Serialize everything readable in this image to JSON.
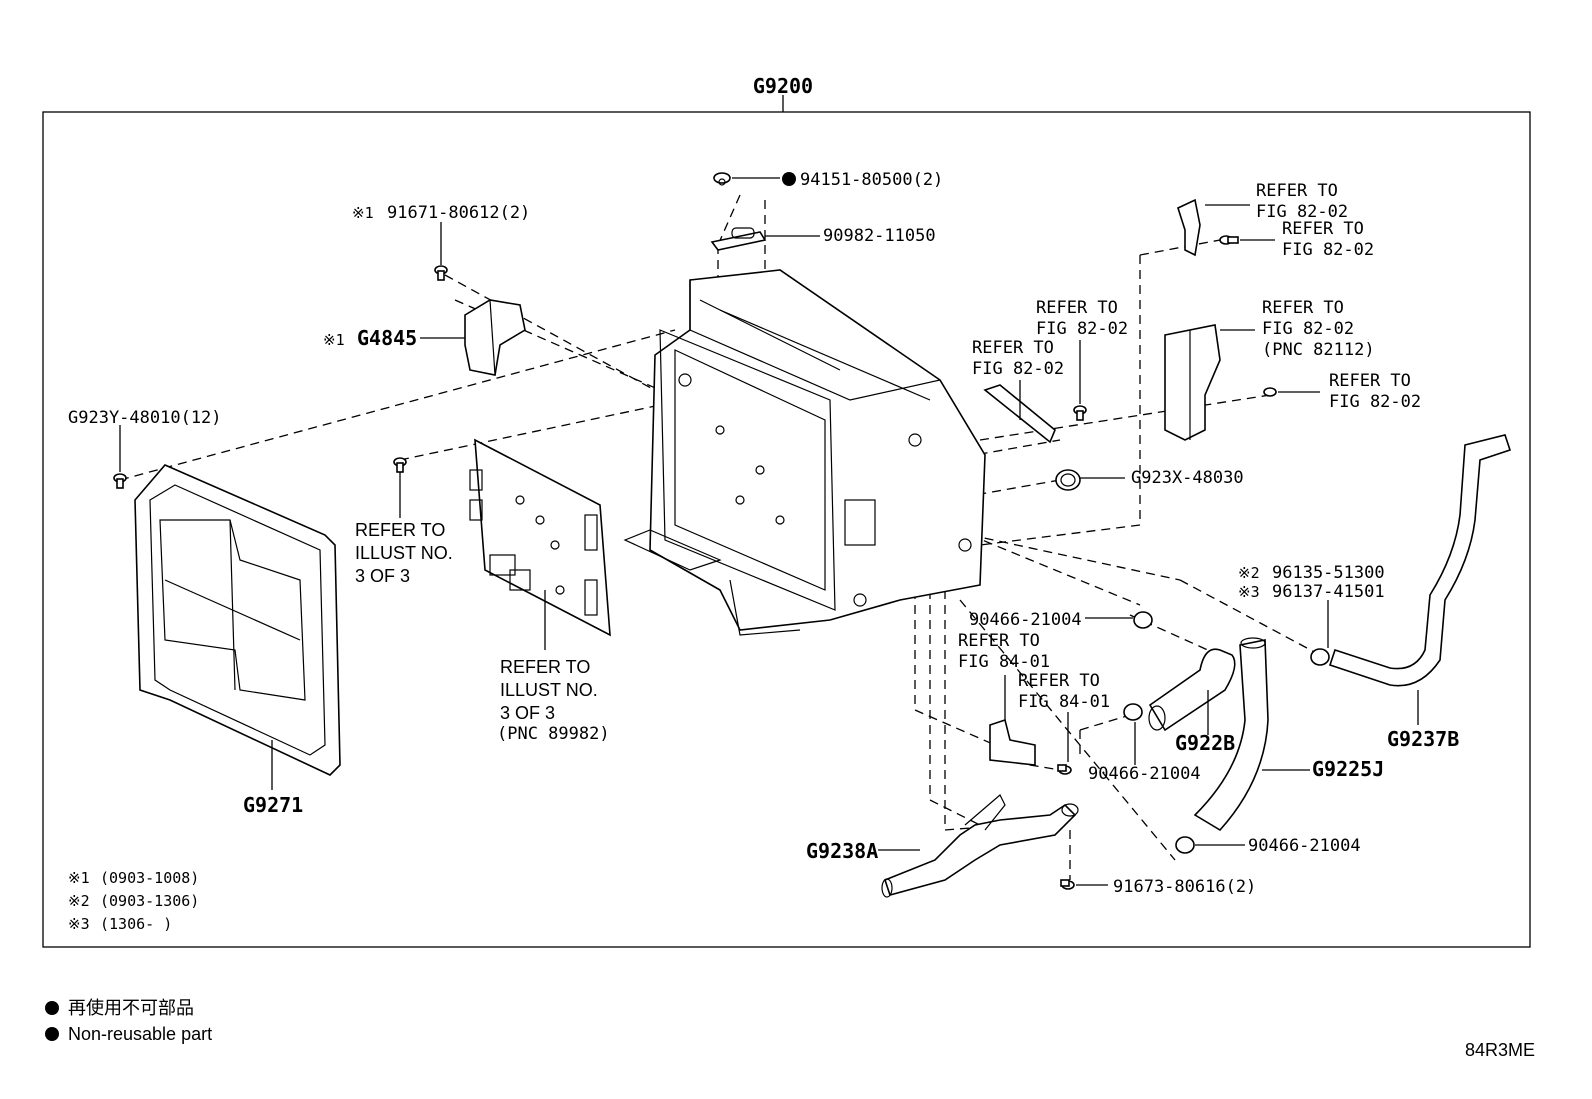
{
  "diagram": {
    "assembly_label": "G9200",
    "labels": {
      "p94151": "94151-80500(2)",
      "p90982": "90982-11050",
      "p91671_mark": "※1",
      "p91671": "91671-80612(2)",
      "g4845_mark": "※1",
      "g4845": "G4845",
      "g923y": "G923Y-48010(12)",
      "refer_illust_1a": "REFER TO",
      "refer_illust_1b": "ILLUST NO.",
      "refer_illust_1c": "3 OF 3",
      "refer_illust_2a": "REFER TO",
      "refer_illust_2b": "ILLUST NO.",
      "refer_illust_2c": "3 OF 3",
      "refer_illust_2d": "(PNC 89982)",
      "g9271": "G9271",
      "r1a": "REFER TO",
      "r1b": "FIG 82-02",
      "r2a": "REFER TO",
      "r2b": "FIG 82-02",
      "r3a": "REFER TO",
      "r3b": "FIG 82-02",
      "r4a": "REFER TO",
      "r4b": "FIG 82-02",
      "r5a": "REFER TO",
      "r5b": "FIG 82-02",
      "r5c": "(PNC 82112)",
      "r6a": "REFER TO",
      "r6b": "FIG 82-02",
      "g923x": "G923X-48030",
      "p96135_mark": "※2",
      "p96135": "96135-51300",
      "p96137_mark": "※3",
      "p96137": "96137-41501",
      "p90466_a": "90466-21004",
      "r7a": "REFER TO",
      "r7b": "FIG 84-01",
      "r8a": "REFER TO",
      "r8b": "FIG 84-01",
      "p90466_b": "90466-21004",
      "g922b": "G922B",
      "g9237b": "G9237B",
      "g9225j": "G9225J",
      "p90466_c": "90466-21004",
      "g9238a": "G9238A",
      "p91673": "91673-80616(2)"
    },
    "notes": [
      {
        "mark": "※1",
        "range": "(0903-1008)"
      },
      {
        "mark": "※2",
        "range": "(0903-1306)"
      },
      {
        "mark": "※3",
        "range": "(1306-      )"
      }
    ]
  },
  "legend": {
    "jp": "再使用不可部品",
    "en": "Non-reusable part"
  },
  "figure_code": "84R3ME"
}
